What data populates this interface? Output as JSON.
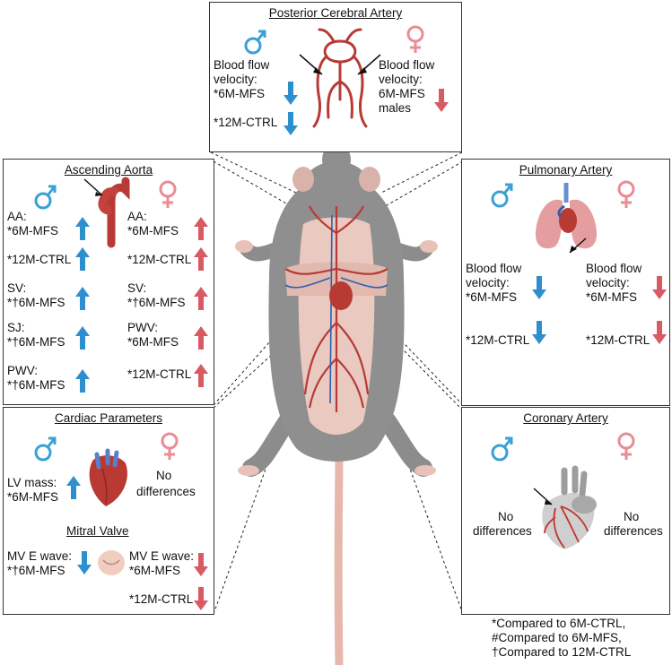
{
  "colors": {
    "male": "#3aa0d5",
    "female": "#e98c95",
    "down_male": "#2e8fce",
    "down_female": "#d85a62",
    "artery": "#b73a36",
    "vein": "#2f5fb0"
  },
  "posterior": {
    "title": "Posterior Cerebral Artery",
    "male_lines": [
      "Blood flow",
      "velocity:",
      "*6M-MFS"
    ],
    "male_line2": "*12M-CTRL",
    "female_lines": [
      "Blood flow",
      "velocity:",
      "6M-MFS",
      "males"
    ]
  },
  "ascending": {
    "title": "Ascending Aorta",
    "male": [
      "AA:",
      "*6M-MFS",
      "*12M-CTRL",
      "SV:",
      "*†6M-MFS",
      "SJ:",
      "*†6M-MFS",
      "PWV:",
      "*†6M-MFS"
    ],
    "female": [
      "AA:",
      "*6M-MFS",
      "*12M-CTRL",
      "SV:",
      "*†6M-MFS",
      "PWV:",
      "*6M-MFS",
      "*12M-CTRL"
    ]
  },
  "pulmonary": {
    "title": "Pulmonary Artery",
    "male": [
      "Blood flow",
      "velocity:",
      "*6M-MFS",
      "*12M-CTRL"
    ],
    "female": [
      "Blood flow",
      "velocity:",
      "*6M-MFS",
      "*12M-CTRL"
    ]
  },
  "cardiac": {
    "title": "Cardiac Parameters",
    "lv_lines": [
      "LV mass:",
      "*6M-MFS"
    ],
    "female_lines": [
      "No",
      "differences"
    ],
    "mitral_title": "Mitral Valve",
    "male_mv": [
      "MV E wave:",
      "*†6M-MFS"
    ],
    "female_mv": [
      "MV E wave:",
      "*6M-MFS",
      "*12M-CTRL"
    ]
  },
  "coronary": {
    "title": "Coronary Artery",
    "male": [
      "No",
      "differences"
    ],
    "female": [
      "No",
      "differences"
    ]
  },
  "footnote": [
    "*Compared to 6M-CTRL,",
    "#Compared to 6M-MFS,",
    "†Compared to 12M-CTRL"
  ]
}
